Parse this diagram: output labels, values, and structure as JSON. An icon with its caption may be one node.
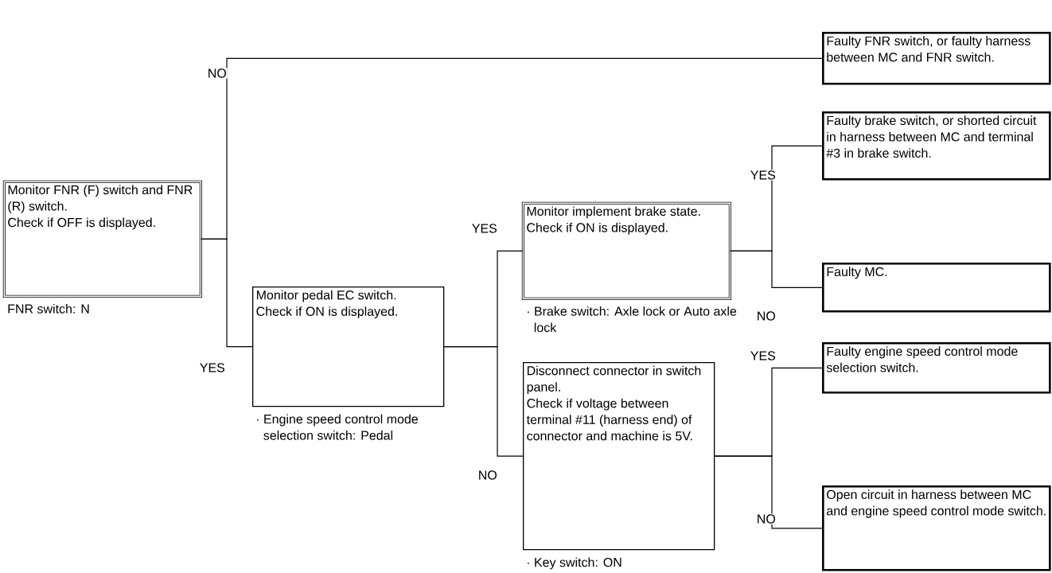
{
  "diagram": {
    "nodes": [
      {
        "text": [
          "Monitor FNR (F) switch and FNR (R) switch.",
          "Check if OFF is displayed."
        ],
        "beside": [
          "FNR switch: N"
        ]
      },
      {
        "text": [
          "Faulty FNR switch, or faulty harness between MC and FNR switch."
        ]
      },
      {
        "text": [
          "Monitor pedal EC switch.",
          "Check if ON is displayed."
        ],
        "beside": [
          "· Engine speed control mode selection switch: Pedal"
        ]
      },
      {
        "text": [
          "Monitor implement brake state.",
          "Check if ON is displayed."
        ],
        "beside": [
          "· Brake switch: Axle lock or Auto axle lock"
        ]
      },
      {
        "text": [
          "Faulty brake switch, or shorted circuit in harness between MC and terminal #3 in brake switch."
        ]
      },
      {
        "text": [
          "Faulty MC."
        ]
      },
      {
        "text": [
          "Disconnect connector in switch panel.",
          "Check if voltage between terminal #11 (harness end) of connector and machine is 5V."
        ],
        "beside": [
          "· Key switch: ON"
        ]
      },
      {
        "text": [
          "Faulty engine speed control mode selection switch."
        ]
      },
      {
        "text": [
          "Open circuit in harness between MC and engine speed control mode switch."
        ]
      }
    ],
    "edges": [
      {
        "from": 0,
        "to": 1,
        "arrow": "none",
        "label": "NO"
      },
      {
        "from": 0,
        "to": 2,
        "arrow": "none",
        "label": "YES"
      },
      {
        "from": 2,
        "to": 3,
        "arrow": "none",
        "label": "YES"
      },
      {
        "from": 2,
        "to": 6,
        "arrow": "none",
        "label": "NO"
      },
      {
        "from": 3,
        "to": 4,
        "arrow": "none",
        "label": "YES"
      },
      {
        "from": 3,
        "to": 5,
        "arrow": "none",
        "label": "NO"
      },
      {
        "from": 6,
        "to": 7,
        "arrow": "none",
        "label": "YES"
      },
      {
        "from": 6,
        "to": 8,
        "arrow": "none",
        "label": "NO"
      }
    ]
  }
}
